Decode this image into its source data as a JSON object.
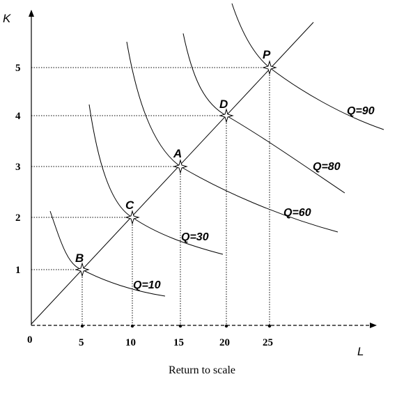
{
  "axes": {
    "x_label": "L",
    "y_label": "K",
    "origin_label": "0",
    "x_ticks": [
      "5",
      "10",
      "15",
      "20",
      "25"
    ],
    "y_ticks": [
      "1",
      "2",
      "3",
      "4",
      "5"
    ]
  },
  "caption": "Return to scale",
  "isoquants": [
    {
      "label": "Q=10"
    },
    {
      "label": "Q=30"
    },
    {
      "label": "Q=60"
    },
    {
      "label": "Q=80"
    },
    {
      "label": "Q=90"
    }
  ],
  "points": [
    {
      "label": "B",
      "L": 5,
      "K": 1
    },
    {
      "label": "C",
      "L": 10,
      "K": 2
    },
    {
      "label": "A",
      "L": 15,
      "K": 3
    },
    {
      "label": "D",
      "L": 20,
      "K": 4
    },
    {
      "label": "P",
      "L": 25,
      "K": 5
    }
  ]
}
